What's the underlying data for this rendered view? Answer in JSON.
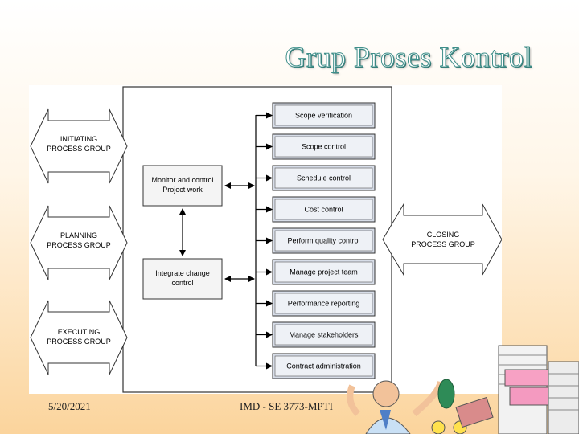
{
  "slide": {
    "title": "Grup Proses Kontrol",
    "footer_date": "5/20/2021",
    "footer_code": "IMD - SE 3773-MPTI"
  },
  "diagram": {
    "left_groups": [
      [
        "INITIATING",
        "PROCESS GROUP"
      ],
      [
        "PLANNING",
        "PROCESS GROUP"
      ],
      [
        "EXECUTING",
        "PROCESS GROUP"
      ]
    ],
    "right_group": [
      "CLOSING",
      "PROCESS GROUP"
    ],
    "center_boxes": [
      [
        "Monitor and control",
        "Project work"
      ],
      [
        "Integrate change",
        "control"
      ]
    ],
    "processes": [
      "Scope verification",
      "Scope control",
      "Schedule control",
      "Cost control",
      "Perform quality control",
      "Manage project team",
      "Performance reporting",
      "Manage stakeholders",
      "Contract administration"
    ]
  },
  "colors": {
    "title_outline": "#3f8f8a",
    "process_box_fill": "#d7dde8",
    "line": "#000000"
  },
  "decorations": {
    "clipart": "office-worker-with-paperwork-clipart"
  }
}
